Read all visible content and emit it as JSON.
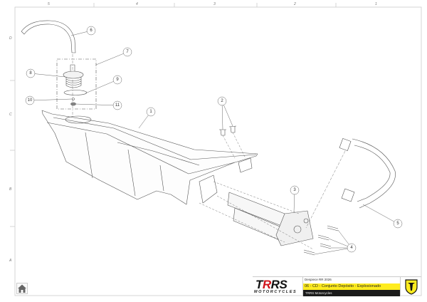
{
  "frame": {
    "columns": [
      "5",
      "4",
      "3",
      "2",
      "1"
    ],
    "rows": [
      "D",
      "C",
      "B",
      "A"
    ]
  },
  "callouts": [
    "1",
    "2",
    "3",
    "4",
    "5",
    "6",
    "7",
    "8",
    "9",
    "10",
    "11"
  ],
  "title_block": {
    "brand": "TRRS",
    "brand_sub": "MOTORCYCLES",
    "line1": "Despiece RR 2026",
    "line2": "06 - CD - Conjunto Depósito - Explosionado",
    "line3": "TRRS Motorcycles",
    "accent_yellow": "#ffec1f",
    "accent_red": "#d1141b"
  },
  "nav": {
    "home_icon": "home-icon"
  }
}
